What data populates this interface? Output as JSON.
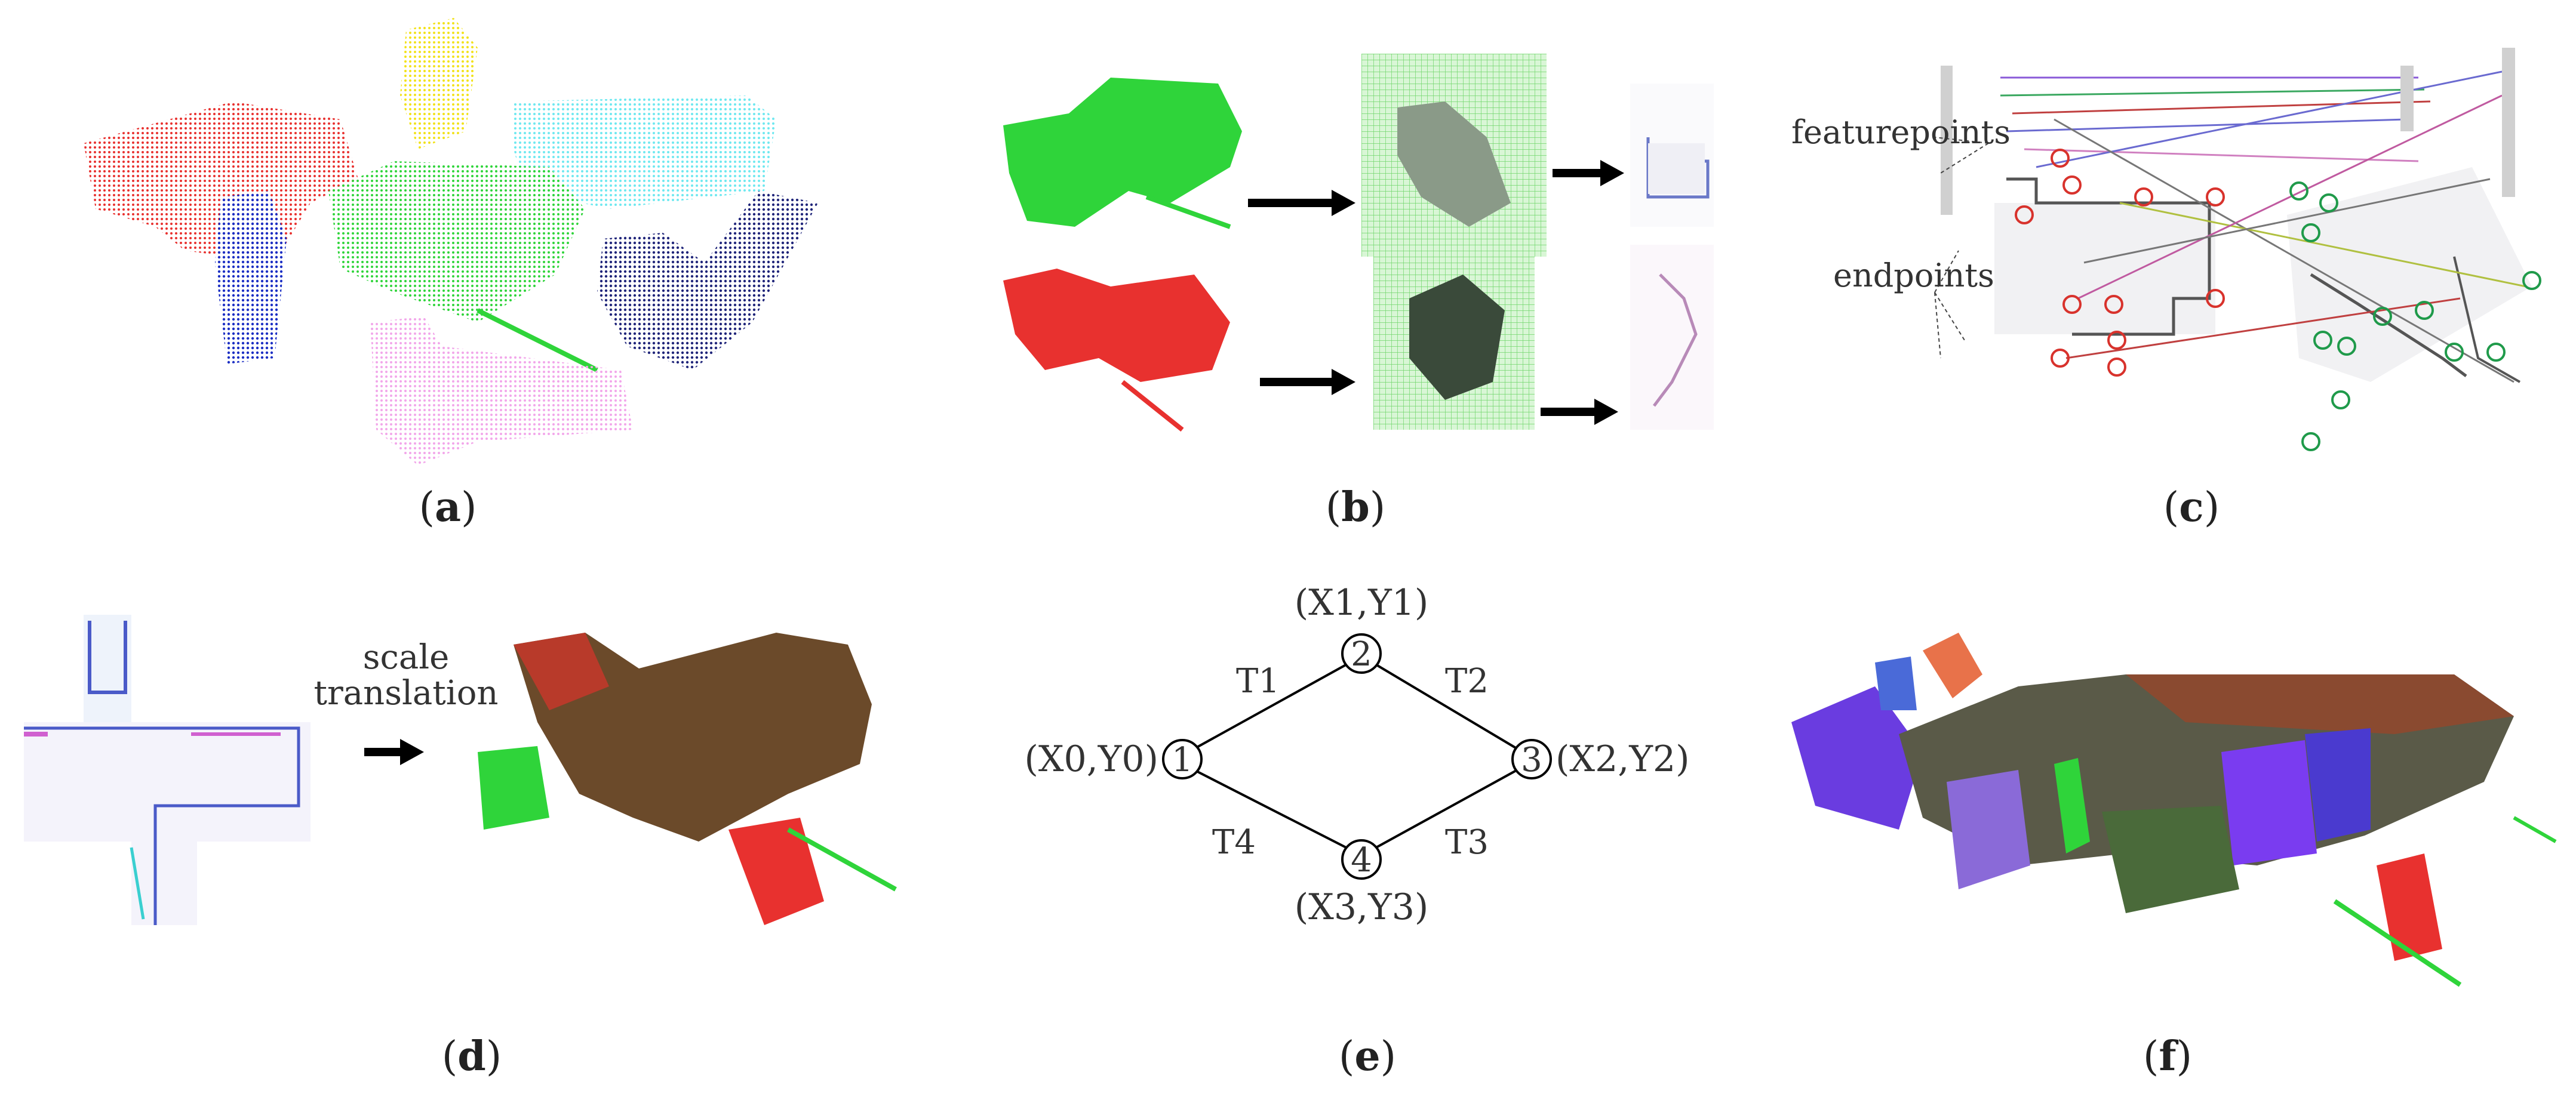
{
  "colors": {
    "red": "#e8312f",
    "green": "#2fd43a",
    "blue": "#1c2fc4",
    "navy": "#20257a",
    "yellow": "#f2e21a",
    "cyan": "#6fe8f0",
    "pink": "#f2a7ea",
    "purple": "#7a3cf0",
    "endpoint_red": "#d8322c",
    "endpoint_green": "#1f9a4a"
  },
  "panels": {
    "a": {
      "caption_letter": "a"
    },
    "b": {
      "caption_letter": "b"
    },
    "c": {
      "caption_letter": "c",
      "label_featurepoints": "featurepoints",
      "label_endpoints": "endpoints"
    },
    "d": {
      "caption_letter": "d",
      "label_scale": "scale",
      "label_translation": "translation"
    },
    "e": {
      "caption_letter": "e",
      "nodes": [
        {
          "id": "1",
          "coord": "(X0,Y0)"
        },
        {
          "id": "2",
          "coord": "(X1,Y1)"
        },
        {
          "id": "3",
          "coord": "(X2,Y2)"
        },
        {
          "id": "4",
          "coord": "(X3,Y3)"
        }
      ],
      "edges": [
        "T1",
        "T2",
        "T3",
        "T4"
      ]
    },
    "f": {
      "caption_letter": "f"
    }
  }
}
